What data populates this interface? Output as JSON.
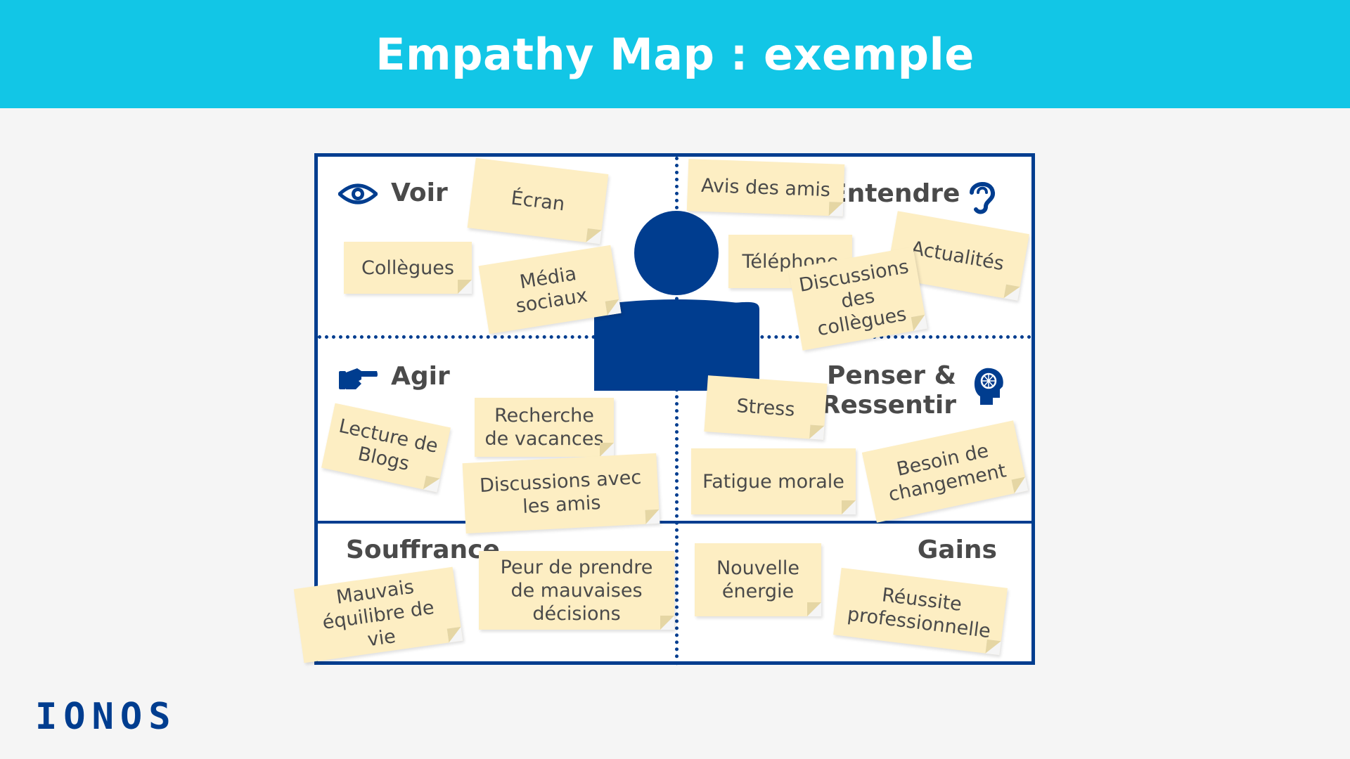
{
  "title": "Empathy Map : exemple",
  "brand": "IONOS",
  "colors": {
    "header": "#12c6e6",
    "frame": "#003d8f",
    "note": "#fdeec3",
    "text": "#4a4a4a"
  },
  "sections": {
    "voir": {
      "label": "Voir",
      "icon": "eye-icon"
    },
    "entendre": {
      "label": "Entendre",
      "icon": "ear-icon"
    },
    "agir": {
      "label": "Agir",
      "icon": "pointing-hand-icon"
    },
    "penser": {
      "label": "Penser & Ressentir",
      "icon": "brain-head-icon"
    },
    "souffrance": {
      "label": "Souffrance"
    },
    "gains": {
      "label": "Gains"
    }
  },
  "notes": {
    "ecran": "Écran",
    "collegues": "Collègues",
    "media_sociaux": "Média sociaux",
    "avis_des_amis": "Avis des amis",
    "telephone": "Téléphone",
    "actualites": "Actualités",
    "discussions_collegues": "Discussions des collègues",
    "lecture_blogs": "Lecture de Blogs",
    "recherche_vacances": "Recherche de vacances",
    "discussions_amis": "Discussions avec les amis",
    "stress": "Stress",
    "fatigue_morale": "Fatigue morale",
    "besoin_changement": "Besoin de changement",
    "mauvais_equilibre": "Mauvais équilibre de vie",
    "peur_decisions": "Peur de prendre de mauvaises décisions",
    "nouvelle_energie": "Nouvelle énergie",
    "reussite_pro": "Réussite professionnelle"
  }
}
